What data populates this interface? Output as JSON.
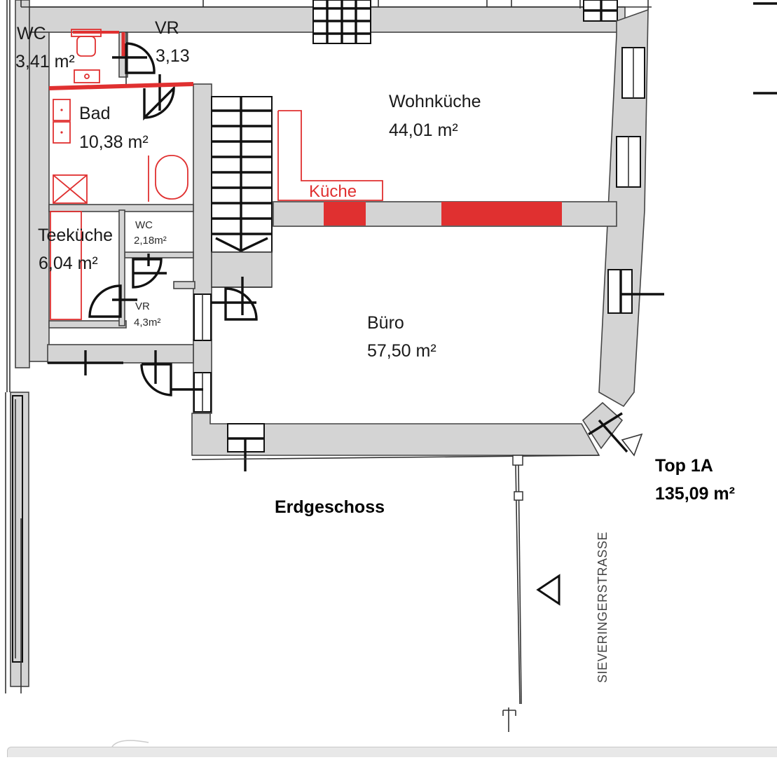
{
  "rooms": {
    "wc_top": {
      "name": "WC",
      "area": "3,41 m²"
    },
    "vr_top": {
      "name": "VR",
      "area": "3,13"
    },
    "bad": {
      "name": "Bad",
      "area": "10,38 m²"
    },
    "wohnkueche": {
      "name": "Wohnküche",
      "area": "44,01 m²"
    },
    "kueche": {
      "name": "Küche"
    },
    "teekueche": {
      "name": "Teeküche",
      "area": "6,04 m²"
    },
    "wc_small": {
      "name": "WC",
      "area": "2,18m²"
    },
    "vr_small": {
      "name": "VR",
      "area": "4,3m²"
    },
    "buero": {
      "name": "Büro",
      "area": "57,50 m²"
    }
  },
  "unit": {
    "name": "Top 1A",
    "area": "135,09 m²"
  },
  "floor": "Erdgeschoss",
  "street": "SIEVERINGERSTRASSE",
  "colors": {
    "wall_fill": "#d4d4d4",
    "line": "#333333",
    "red_marking": "#e03030"
  }
}
